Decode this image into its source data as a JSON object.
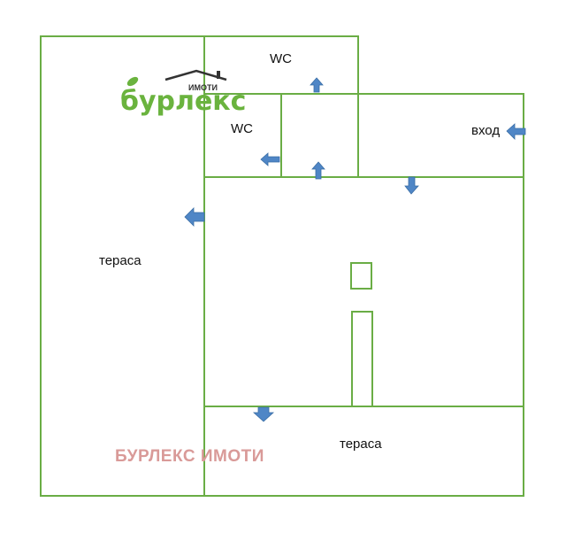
{
  "labels": {
    "wc_upper": "WC",
    "wc_lower": "WC",
    "entrance": "вход",
    "terrace_left": "тераса",
    "terrace_bottom": "тераса"
  },
  "logo": {
    "main": "бурлекс",
    "sub": "ИМОТИ"
  },
  "watermark": "БУРЛЕКС ИМОТИ",
  "colors": {
    "wall": "#6aad45",
    "arrow": "#4f86c6",
    "logo_green": "#6ab33e",
    "watermark": "#d99a98"
  },
  "arrow_icons": [
    "arrow-up",
    "arrow-up",
    "arrow-left",
    "arrow-left",
    "arrow-down",
    "arrow-down",
    "arrow-left"
  ]
}
